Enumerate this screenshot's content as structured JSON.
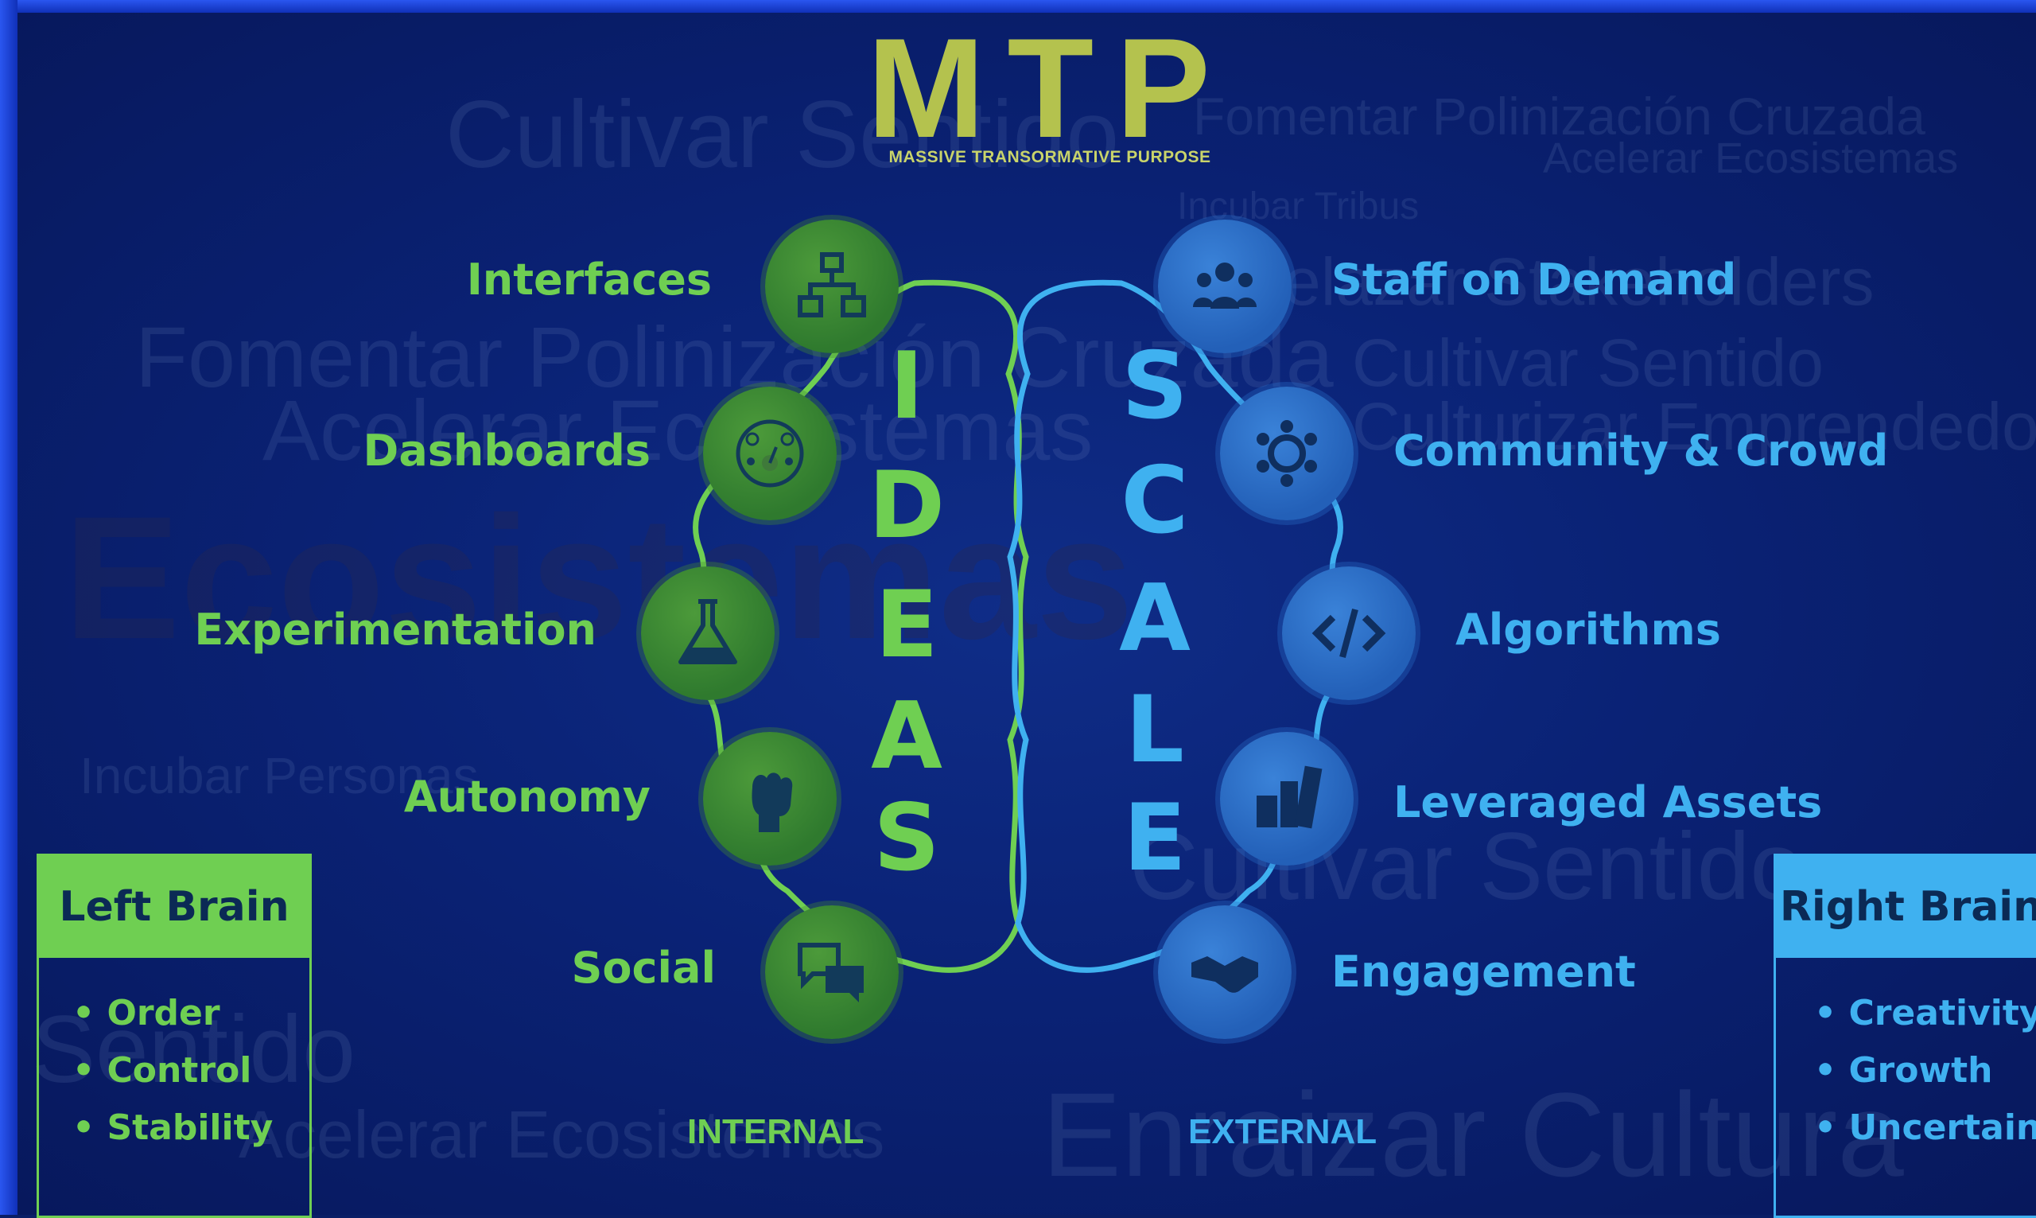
{
  "title": "MTP",
  "subtitle": "MASSIVE TRANSORMATIVE PURPOSE",
  "left_column": {
    "word": [
      "I",
      "D",
      "E",
      "A",
      "S"
    ],
    "items": [
      {
        "label": "Interfaces",
        "icon": "flowchart-icon"
      },
      {
        "label": "Dashboards",
        "icon": "dashboard-gauges-icon"
      },
      {
        "label": "Experimentation",
        "icon": "flask-icon"
      },
      {
        "label": "Autonomy",
        "icon": "fist-icon"
      },
      {
        "label": "Social",
        "icon": "chat-bubbles-icon"
      }
    ],
    "footer": "INTERNAL",
    "color": "#6fcf52"
  },
  "right_column": {
    "word": [
      "S",
      "C",
      "A",
      "L",
      "E"
    ],
    "items": [
      {
        "label": "Staff on Demand",
        "icon": "people-group-icon"
      },
      {
        "label": "Community & Crowd",
        "icon": "community-circle-icon"
      },
      {
        "label": "Algorithms",
        "icon": "code-icon"
      },
      {
        "label": "Leveraged Assets",
        "icon": "rental-buildings-icon"
      },
      {
        "label": "Engagement",
        "icon": "handshake-icon"
      }
    ],
    "footer": "EXTERNAL",
    "color": "#3fb1f0"
  },
  "left_brain": {
    "heading": "Left Brain",
    "bullets": [
      "• Order",
      "• Control",
      "• Stability"
    ]
  },
  "right_brain": {
    "heading": "Right Brain",
    "bullets": [
      "• Creativity",
      "• Growth",
      "• Uncertainty"
    ]
  },
  "background_words": [
    "Entrelazar Stakeholders",
    "Cultivar Sentido",
    "Fomentar Polinización Cruzada",
    "Acelerar Ecosistemas",
    "Incubar Tribus",
    "Incubar Personas",
    "Sentido",
    "Enraizar Cultura",
    "Culturizar Emprendedores",
    "Stakeholders",
    "Ecosistemas"
  ],
  "colors": {
    "background": "#0a1e66",
    "title": "#b4c24e",
    "ideas": "#6fcf52",
    "scale": "#3fb1f0"
  }
}
